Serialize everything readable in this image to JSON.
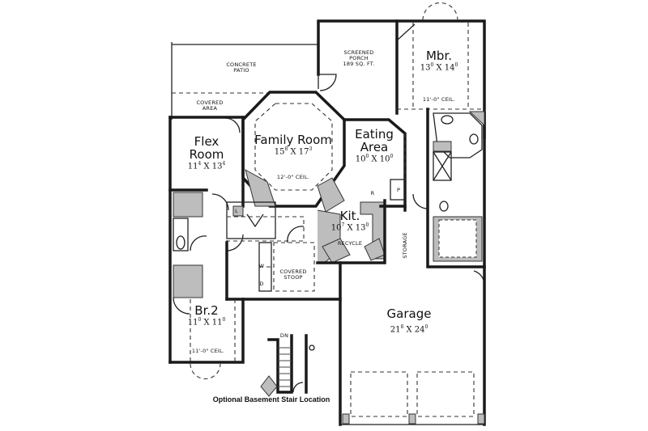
{
  "plan": {
    "caption": "Optional Basement Stair Location",
    "rooms": [
      {
        "id": "mbr",
        "name": "Mbr.",
        "dims": "13",
        "dims_a": "0",
        "dims_x": " X 14",
        "dims_b": "0",
        "note": "11'-0\" CEIL."
      },
      {
        "id": "porch",
        "name": "SCREENED",
        "name2": "PORCH",
        "area": "189 SQ. FT."
      },
      {
        "id": "patio",
        "name": "CONCRETE",
        "name2": "PATIO"
      },
      {
        "id": "covered",
        "name": "COVERED",
        "name2": "AREA"
      },
      {
        "id": "family",
        "name": "Family Room",
        "dims": "15",
        "dims_a": "8",
        "dims_x": " X 17",
        "dims_b": "3",
        "note": "12'-0\" CEIL."
      },
      {
        "id": "flex",
        "name": "Flex",
        "name2": "Room",
        "dims": "11",
        "dims_a": "4",
        "dims_x": " X 13",
        "dims_b": "4"
      },
      {
        "id": "eating",
        "name": "Eating",
        "name2": "Area",
        "dims": "10",
        "dims_a": "0",
        "dims_x": " X 10",
        "dims_b": "0"
      },
      {
        "id": "kit",
        "name": "Kit.",
        "dims": "10",
        "dims_a": "7",
        "dims_x": " X 13",
        "dims_b": "0",
        "note": "RECYCLE"
      },
      {
        "id": "br2",
        "name": "Br.2",
        "dims": "11",
        "dims_a": "0",
        "dims_x": " X 11",
        "dims_b": "0",
        "note": "11'-0\" CEIL."
      },
      {
        "id": "stoop",
        "name": "COVERED",
        "name2": "STOOP"
      },
      {
        "id": "garage",
        "name": "Garage",
        "dims": "21",
        "dims_a": "8",
        "dims_x": " X 24",
        "dims_b": "0"
      }
    ],
    "markers": {
      "storage": "STORAGE",
      "r": "R",
      "p": "P",
      "w": "W",
      "d": "D",
      "l": "L",
      "dn": "DN"
    }
  }
}
